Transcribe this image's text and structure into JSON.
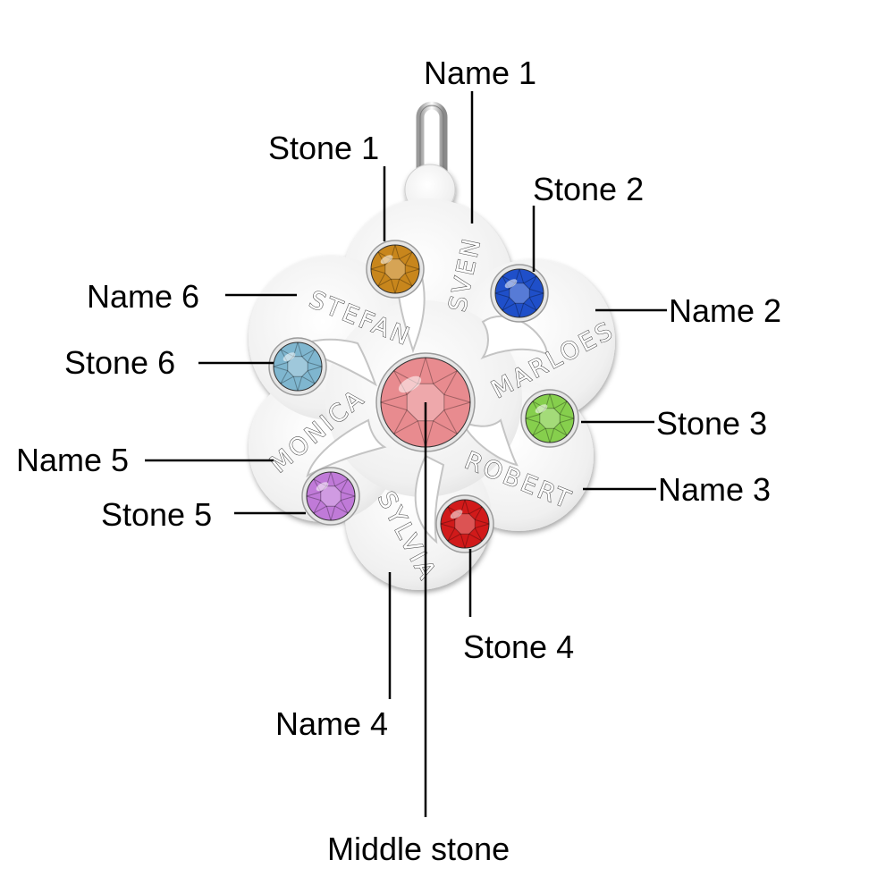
{
  "callouts": {
    "name_1": "Name 1",
    "name_2": "Name 2",
    "name_3": "Name 3",
    "name_4": "Name 4",
    "name_5": "Name 5",
    "name_6": "Name 6",
    "stone_1": "Stone 1",
    "stone_2": "Stone 2",
    "stone_3": "Stone 3",
    "stone_4": "Stone 4",
    "stone_5": "Stone 5",
    "stone_6": "Stone 6",
    "middle_stone": "Middle stone"
  },
  "engraved_names": {
    "name_1": "SVEN",
    "name_2": "MARLOES",
    "name_3": "ROBERT",
    "name_4": "SYLVIA",
    "name_5": "MONICA",
    "name_6": "STEFAN"
  },
  "stone_colors": {
    "stone_1": "#c8861c",
    "stone_2": "#1f4fc9",
    "stone_3": "#86cf4d",
    "stone_4": "#d11a1a",
    "stone_5": "#c07ad8",
    "stone_6": "#7fb6cf",
    "middle_stone": "#e88b8f"
  },
  "metal_color": "#f1f1f1"
}
